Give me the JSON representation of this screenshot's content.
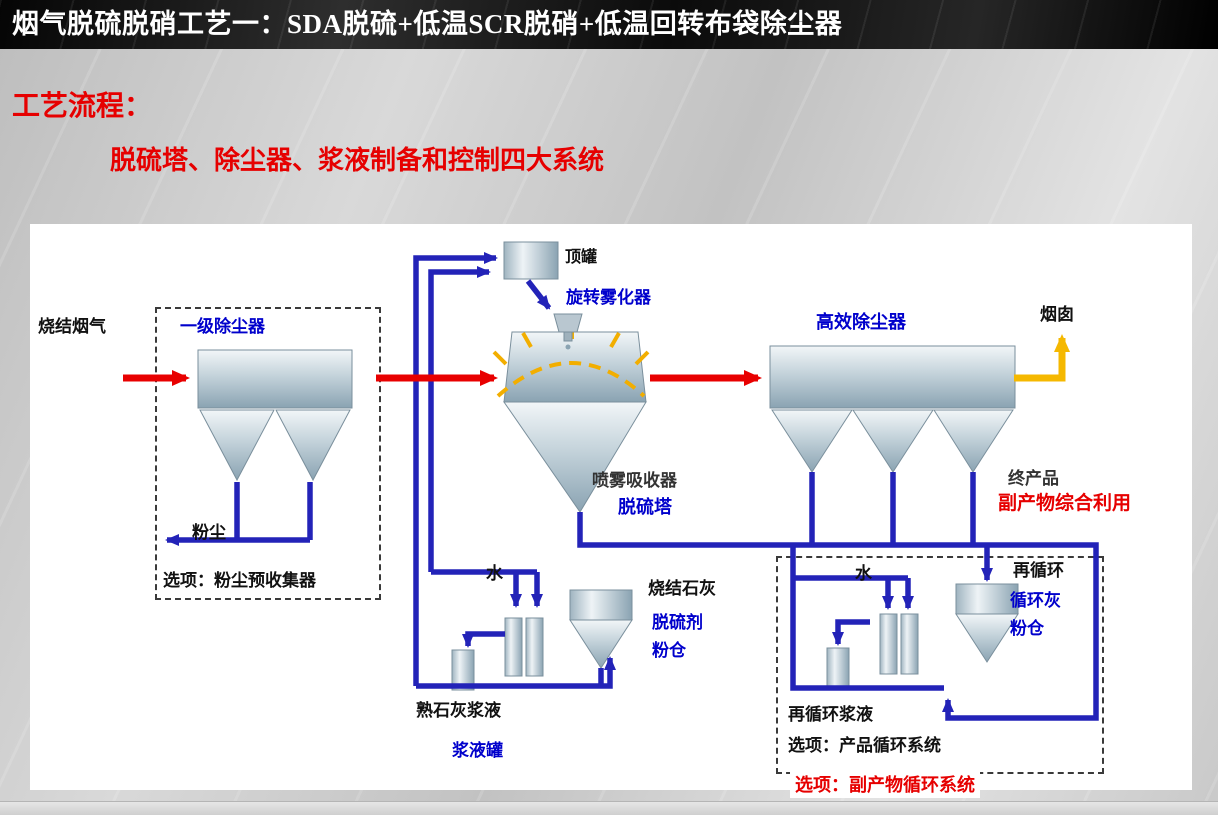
{
  "header": {
    "title": "烟气脱硫脱硝工艺一：SDA脱硫+低温SCR脱硝+低温回转布袋除尘器"
  },
  "headings": {
    "label": "工艺流程：",
    "subtitle": "脱硫塔、除尘器、浆液制备和控制四大系统"
  },
  "diagram": {
    "sinter_flue_gas": "烧结烟气",
    "primary_collector": "一级除尘器",
    "dust": "粉尘",
    "option_precollector": "选项：粉尘预收集器",
    "top_tank": "顶罐",
    "rotary_atomizer": "旋转雾化器",
    "spray_absorber": "喷雾吸收器",
    "desulf_tower": "脱硫塔",
    "high_eff_collector": "高效除尘器",
    "chimney": "烟囱",
    "final_product": "终产品",
    "byproduct_use": "副产物综合利用",
    "water_left": "水",
    "sintered_lime": "烧结石灰",
    "desulf_agent_line1": "脱硫剂",
    "desulf_agent_line2": "粉仓",
    "slaked_lime_slurry": "熟石灰浆液",
    "slurry_tank": "浆液罐",
    "water_right": "水",
    "recirculation": "再循环",
    "circ_ash_line1": "循环灰",
    "circ_ash_line2": "粉仓",
    "recirc_slurry": "再循环浆液",
    "option_product_circ": "选项：产品循环系统",
    "option_byproduct_circ": "选项：副产物循环系统"
  },
  "palette": {
    "pipe_blue": "#2323b8",
    "flow_red": "#e80000",
    "stack_yellow": "#f5b800",
    "label_blue": "#0000cc",
    "heading_red": "#e60000"
  }
}
